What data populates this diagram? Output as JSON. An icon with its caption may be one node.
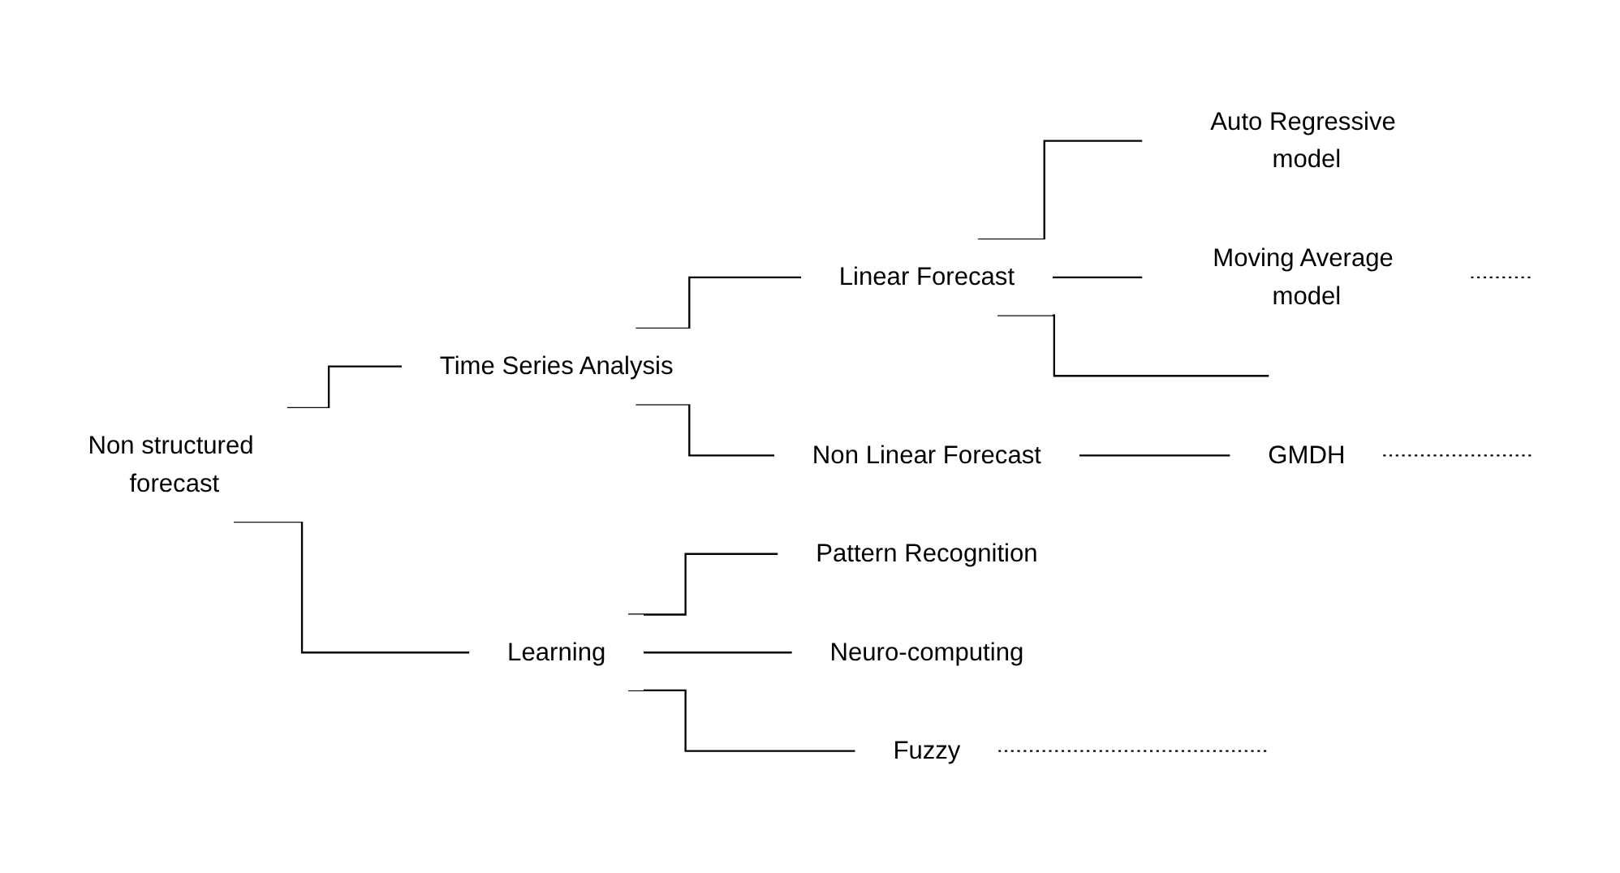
{
  "diagram": {
    "nodes": [
      {
        "text": [
          "Non structured forecast"
        ]
      },
      {
        "text": [
          "Time Series Analysis"
        ]
      },
      {
        "text": [
          "Linear Forecast"
        ]
      },
      {
        "text": [
          "Auto Regressive model"
        ]
      },
      {
        "text": [
          "Moving Average model"
        ]
      },
      {
        "text": [
          "Non Linear Forecast"
        ]
      },
      {
        "text": [
          "GMDH"
        ]
      },
      {
        "text": [
          "Learning"
        ]
      },
      {
        "text": [
          "Pattern Recognition"
        ]
      },
      {
        "text": [
          "Neuro-computing"
        ]
      },
      {
        "text": [
          "Fuzzy"
        ]
      }
    ],
    "edges": [
      {
        "from": 0,
        "to": 1,
        "arrow": "none"
      },
      {
        "from": 0,
        "to": 7,
        "arrow": "none"
      },
      {
        "from": 1,
        "to": 2,
        "arrow": "none"
      },
      {
        "from": 1,
        "to": 5,
        "arrow": "none"
      },
      {
        "from": 2,
        "to": 3,
        "arrow": "none"
      },
      {
        "from": 2,
        "to": 4,
        "arrow": "none"
      },
      {
        "from": 2,
        "to": null,
        "arrow": "none"
      },
      {
        "from": 4,
        "to": null,
        "arrow": "none",
        "style": "dashed"
      },
      {
        "from": 5,
        "to": 6,
        "arrow": "none"
      },
      {
        "from": 6,
        "to": null,
        "arrow": "none",
        "style": "dashed"
      },
      {
        "from": 7,
        "to": 8,
        "arrow": "none"
      },
      {
        "from": 7,
        "to": 9,
        "arrow": "none"
      },
      {
        "from": 7,
        "to": 10,
        "arrow": "none"
      },
      {
        "from": 10,
        "to": null,
        "arrow": "none",
        "style": "dashed"
      }
    ]
  }
}
